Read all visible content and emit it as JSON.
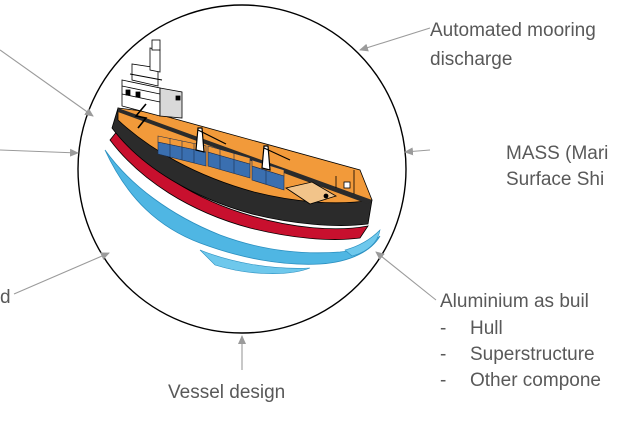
{
  "labels": {
    "mooring": "Automated mooring",
    "discharge": "discharge",
    "mass_line1": "MASS (Mari",
    "mass_line2": "Surface Shi",
    "aluminium": "Aluminium as buil",
    "left_cut": "d",
    "vessel_design": "Vessel design"
  },
  "aluminium_list": [
    {
      "marker": "-",
      "text": "Hull"
    },
    {
      "marker": "-",
      "text": "Superstructure"
    },
    {
      "marker": "-",
      "text": "Other compone"
    }
  ],
  "icons": [
    "ship-illustration",
    "arrow"
  ],
  "colors": {
    "circle": "#000000",
    "arrow": "#9b9b9b",
    "text": "#595959",
    "hull_top": "#2b2b2b",
    "hull_stripe": "#c8102e",
    "deck": "#f29a3a",
    "containers": "#3a6fb0",
    "water": "#4fb6e3"
  }
}
